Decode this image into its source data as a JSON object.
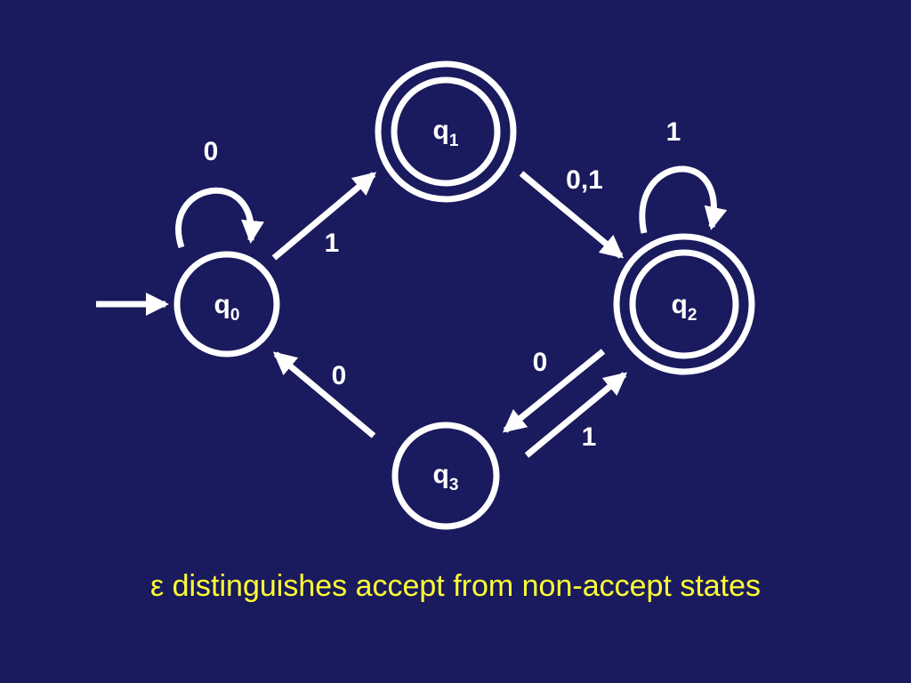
{
  "colors": {
    "background": "#1a1a5e",
    "foreground": "#ffffff",
    "caption": "#ffff33"
  },
  "states": [
    {
      "id": "q0",
      "base": "q",
      "sub": "0",
      "accept": false,
      "start": true
    },
    {
      "id": "q1",
      "base": "q",
      "sub": "1",
      "accept": true,
      "start": false
    },
    {
      "id": "q2",
      "base": "q",
      "sub": "2",
      "accept": true,
      "start": false
    },
    {
      "id": "q3",
      "base": "q",
      "sub": "3",
      "accept": false,
      "start": false
    }
  ],
  "transitions": [
    {
      "from": "q0",
      "to": "q0",
      "label": "0"
    },
    {
      "from": "q0",
      "to": "q1",
      "label": "1"
    },
    {
      "from": "q1",
      "to": "q2",
      "label": "0,1"
    },
    {
      "from": "q2",
      "to": "q2",
      "label": "1"
    },
    {
      "from": "q2",
      "to": "q3",
      "label": "0"
    },
    {
      "from": "q3",
      "to": "q2",
      "label": "1"
    },
    {
      "from": "q3",
      "to": "q0",
      "label": "0"
    }
  ],
  "caption": "ε distinguishes accept from non-accept states"
}
